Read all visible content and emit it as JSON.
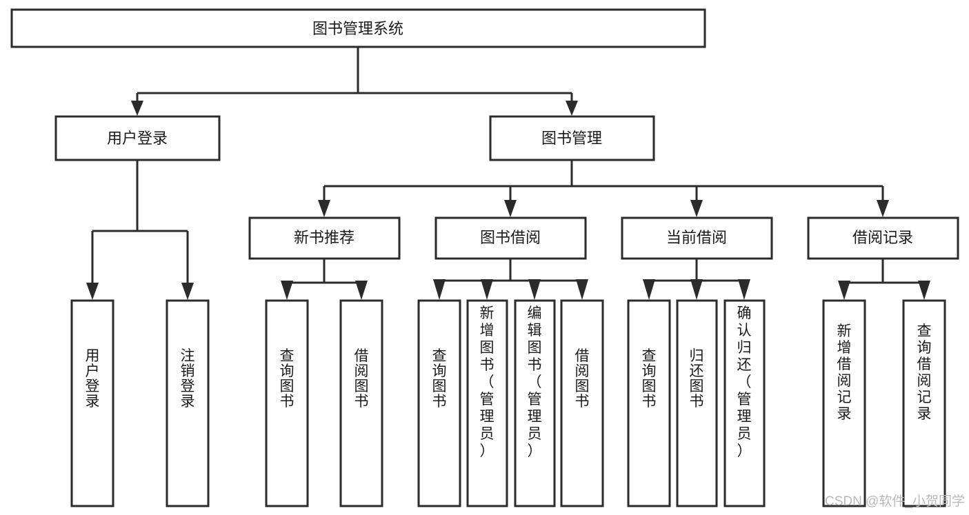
{
  "diagram": {
    "type": "tree-hierarchy",
    "title": "图书管理系统",
    "orientation": "top-down",
    "colors": {
      "box_stroke": "#2b2b2b",
      "box_fill": "#ffffff",
      "connector": "#2b2b2b",
      "text": "#1a1a1a",
      "watermark": "#b9b9b9",
      "background": "#ffffff"
    },
    "levels": {
      "root": {
        "label": "图书管理系统"
      },
      "level2": [
        {
          "label": "用户登录"
        },
        {
          "label": "图书管理"
        }
      ],
      "level3": [
        {
          "label": "新书推荐"
        },
        {
          "label": "图书借阅"
        },
        {
          "label": "当前借阅"
        },
        {
          "label": "借阅记录"
        }
      ],
      "leaves": {
        "user_login": [
          {
            "label": "用户登录"
          },
          {
            "label": "注销登录"
          }
        ],
        "new_book_recommend": [
          {
            "label": "查询图书"
          },
          {
            "label": "借阅图书"
          }
        ],
        "book_borrow": [
          {
            "label": "查询图书"
          },
          {
            "label": "新增图书（管理员）"
          },
          {
            "label": "编辑图书（管理员）"
          },
          {
            "label": "借阅图书"
          }
        ],
        "current_borrow": [
          {
            "label": "查询图书"
          },
          {
            "label": "归还图书"
          },
          {
            "label": "确认归还（管理员）"
          }
        ],
        "borrow_record": [
          {
            "label": "新增借阅记录"
          },
          {
            "label": "查询借阅记录"
          }
        ]
      }
    }
  },
  "watermark": {
    "text": "CSDN @软件_小贺同学"
  }
}
